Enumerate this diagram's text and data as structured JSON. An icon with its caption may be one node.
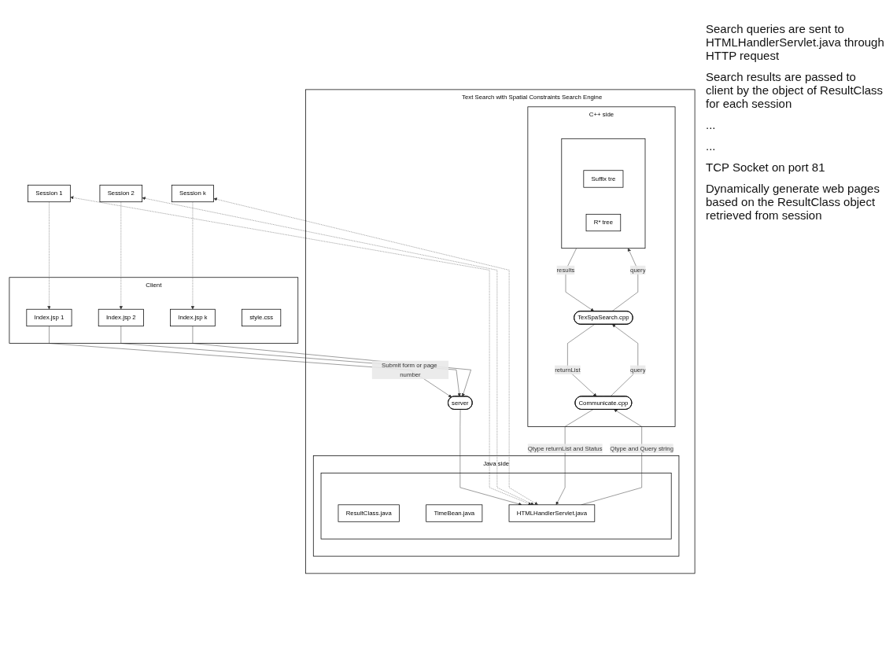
{
  "diagram": {
    "nodes": [
      {
        "text": [
          "Text Search with Spatial Constraints Search Engine"
        ]
      },
      {
        "text": [
          "server"
        ],
        "in": 0
      },
      {
        "text": [
          "Java side"
        ],
        "in": 0
      },
      {
        "text": [],
        "shape": "box",
        "in": 2
      },
      {
        "text": [
          "ResultClass.java"
        ],
        "in": 3
      },
      {
        "text": [
          "TimeBean.java"
        ],
        "in": 3
      },
      {
        "text": [
          "HTMLHandlerServlet.java"
        ],
        "in": 3
      },
      {
        "text": [
          "C++ side"
        ],
        "in": 0
      },
      {
        "text": [
          "Communicate.cpp"
        ],
        "in": 7
      },
      {
        "text": [
          "TexSpaSearch.cpp"
        ],
        "in": 7
      },
      {
        "text": [],
        "shape": "box",
        "in": 7
      },
      {
        "text": [
          "Suffix tre"
        ],
        "in": 10
      },
      {
        "text": [
          "R* tree"
        ],
        "in": 10
      },
      {
        "text": [
          "Session 1"
        ]
      },
      {
        "text": [
          "Session 2"
        ]
      },
      {
        "text": [
          "Session k"
        ]
      },
      {
        "text": [
          "Client"
        ]
      },
      {
        "text": [
          "Index.jsp 1"
        ],
        "in": 16
      },
      {
        "text": [
          "Index.jsp 2"
        ],
        "in": 16
      },
      {
        "text": [
          "Index.jsp k"
        ],
        "in": 16
      },
      {
        "text": [
          "style.css"
        ],
        "in": 16
      }
    ],
    "edges": [
      {
        "from": 1,
        "to": 6,
        "arrow": "to"
      },
      {
        "from": 6,
        "to": 13,
        "arrow": "both",
        "style": "dashed"
      },
      {
        "from": 6,
        "to": 14,
        "arrow": "both",
        "style": "dashed"
      },
      {
        "from": 6,
        "to": 15,
        "arrow": "both",
        "style": "dashed"
      },
      {
        "from": 13,
        "to": 17,
        "arrow": "to",
        "style": "dashed"
      },
      {
        "from": 14,
        "to": 18,
        "arrow": "to",
        "style": "dashed"
      },
      {
        "from": 15,
        "to": 19,
        "arrow": "to",
        "style": "dashed"
      },
      {
        "from": 8,
        "to": 6,
        "arrow": "to",
        "label": "Qtype returnList and Status"
      },
      {
        "from": 6,
        "to": 8,
        "arrow": "to",
        "label": "Qtype and Query string"
      },
      {
        "from": 9,
        "to": 8,
        "arrow": "to",
        "label": "returnList"
      },
      {
        "from": 8,
        "to": 9,
        "arrow": "to",
        "label": "query"
      },
      {
        "from": 9,
        "to": 10,
        "arrow": "to",
        "label": "query"
      },
      {
        "from": 10,
        "to": 9,
        "arrow": "to",
        "label": "results"
      },
      {
        "from": 17,
        "to": 1,
        "arrow": "to",
        "label": "Submit form or page number"
      },
      {
        "from": 18,
        "to": 1,
        "arrow": "to"
      },
      {
        "from": 19,
        "to": 1,
        "arrow": "to"
      }
    ],
    "labels": [
      "Search queries are sent to HTMLHandlerServlet.java through HTTP request",
      "Search results are passed to client by the object of ResultClass for each session",
      "...",
      "...",
      "TCP Socket on port 81",
      "Dynamically generate web pages based on the ResultClass object retrieved from session"
    ]
  }
}
